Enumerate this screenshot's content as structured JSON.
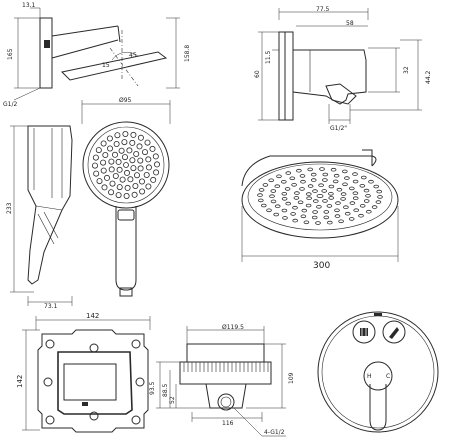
{
  "dimensions": {
    "head_top": "13.1",
    "head_height": "165",
    "arm_length": "158.8",
    "angle_small": "15",
    "angle_large": "45",
    "head_thread": "G1/2",
    "holder_total_width": "77.5",
    "holder_inner_width": "58",
    "holder_height": "60",
    "holder_wall_offset": "11.5",
    "holder_cup": "32",
    "holder_outlet_height": "44.2",
    "holder_thread": "G1/2\"",
    "hand_length": "233",
    "hand_face_diameter": "Ø95",
    "hand_depth": "73.1",
    "overhead_diameter": "300",
    "box_width": "142",
    "box_height": "142",
    "valve_diameter": "Ø119.5",
    "valve_height_a": "93.5",
    "valve_height_b": "88.5",
    "valve_height_c": "52",
    "valve_depth": "109",
    "valve_base_width": "116",
    "valve_thread": "4-G1/2"
  },
  "symbols": {
    "mixer_hot": "H",
    "mixer_cold": "C"
  }
}
